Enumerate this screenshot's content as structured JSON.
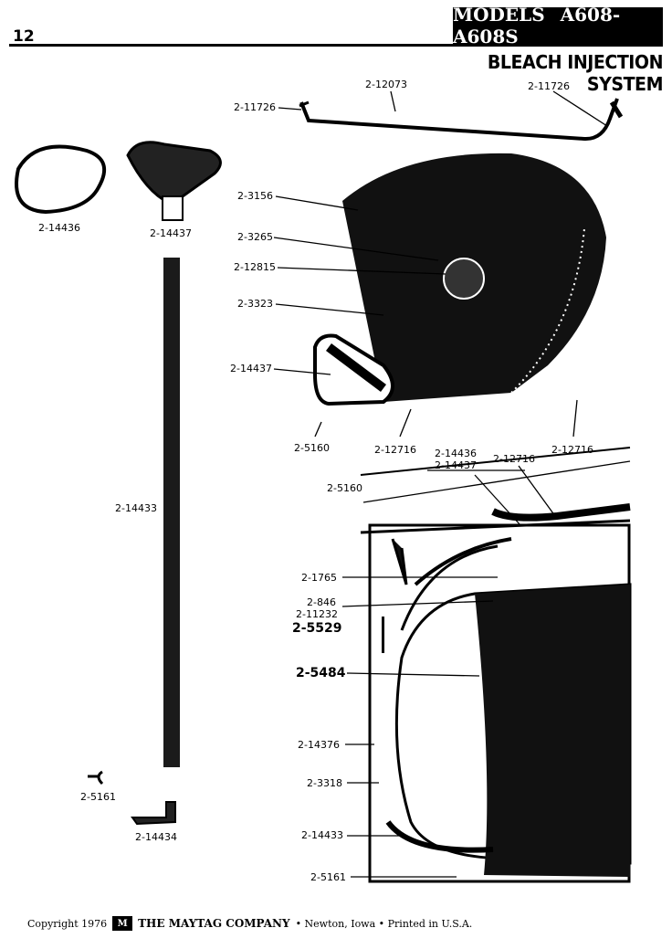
{
  "header": {
    "page_number": "12",
    "models": "MODELS A608-A608S",
    "section_title": "BLEACH INJECTION SYSTEM"
  },
  "labels": {
    "l_2_11726_left": "2-11726",
    "l_2_12073": "2-12073",
    "l_2_11726_right": "2-11726",
    "l_2_14436_top": "2-14436",
    "l_2_14437_top": "2-14437",
    "l_2_3156": "2-3156",
    "l_2_3265": "2-3265",
    "l_2_12815": "2-12815",
    "l_2_3323": "2-3323",
    "l_2_14437_mid": "2-14437",
    "l_2_5160_mid": "2-5160",
    "l_2_12716_a": "2-12716",
    "l_2_12716_b": "2-12716",
    "l_2_14436_low": "2-14436",
    "l_2_14437_low": "2-14437",
    "l_2_12716_c": "2-12716",
    "l_2_5160_low": "2-5160",
    "l_2_14433_left": "2-14433",
    "l_2_1765": "2-1765",
    "l_2_846": "2-846",
    "l_2_11232": "2-11232",
    "l_2_5529": "2-5529",
    "l_2_5484": "2-5484",
    "l_2_14376": "2-14376",
    "l_2_3318": "2-3318",
    "l_2_14433_low": "2-14433",
    "l_2_5161_left": "2-5161",
    "l_2_14434": "2-14434",
    "l_2_5161_low": "2-5161"
  },
  "footer": {
    "copyright": "Copyright 1976",
    "company": "THE MAYTAG COMPANY",
    "location": "• Newton, Iowa • Printed in U.S.A."
  }
}
